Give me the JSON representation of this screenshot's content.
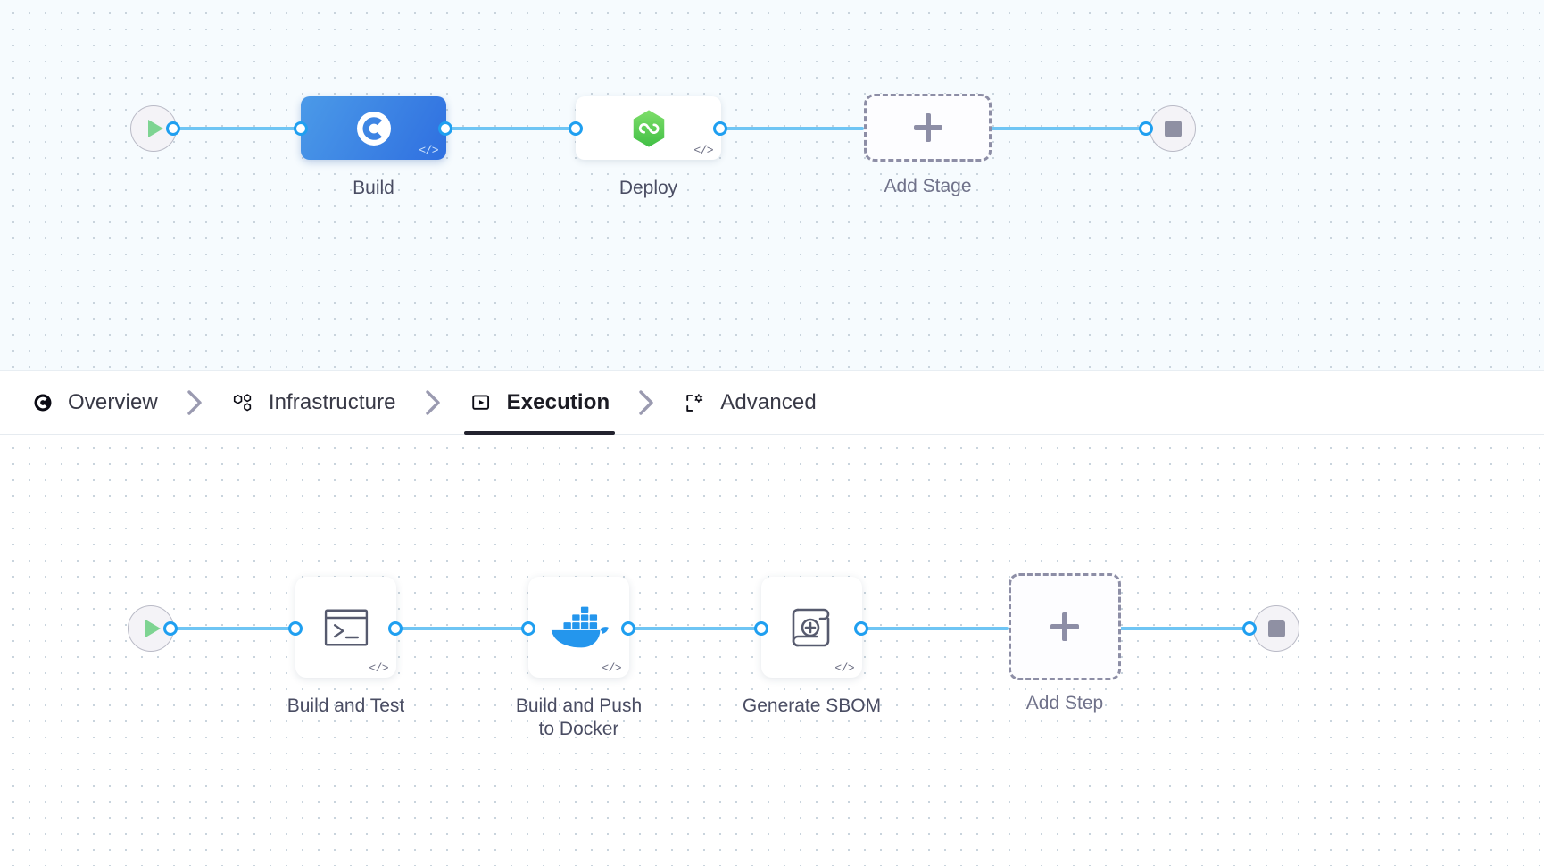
{
  "stages_canvas": {
    "name": "pipeline-stages-canvas",
    "start_node": {
      "icon": "play-icon"
    },
    "end_node": {
      "icon": "stop-icon"
    },
    "stages": [
      {
        "label": "Build",
        "icon": "harness-ci-icon",
        "code_badge": "</>",
        "selected": true
      },
      {
        "label": "Deploy",
        "icon": "harness-cd-icon",
        "code_badge": "</>",
        "selected": false
      }
    ],
    "add_stage": {
      "label": "Add Stage",
      "icon": "plus-icon"
    }
  },
  "tabbar": {
    "separator_icon": "chevron-right-icon",
    "tabs": [
      {
        "label": "Overview",
        "icon": "overview-icon",
        "active": false
      },
      {
        "label": "Infrastructure",
        "icon": "infrastructure-icon",
        "active": false
      },
      {
        "label": "Execution",
        "icon": "execution-icon",
        "active": true
      },
      {
        "label": "Advanced",
        "icon": "advanced-icon",
        "active": false
      }
    ]
  },
  "steps_canvas": {
    "name": "pipeline-steps-canvas",
    "start_node": {
      "icon": "play-icon"
    },
    "end_node": {
      "icon": "stop-icon"
    },
    "steps": [
      {
        "label": "Build and Test",
        "icon": "terminal-icon",
        "code_badge": "</>"
      },
      {
        "label": "Build and Push\nto Docker",
        "icon": "docker-icon",
        "code_badge": "</>"
      },
      {
        "label": "Generate SBOM",
        "icon": "sbom-scroll-icon",
        "code_badge": "</>"
      }
    ],
    "add_step": {
      "label": "Add Step",
      "icon": "plus-icon"
    }
  },
  "colors": {
    "edge": "#6fc5f4",
    "port_ring": "#1f9ff0",
    "stage_selected": "#3a80e4",
    "cd_green": "#5bcb5b",
    "docker_blue": "#2496ed",
    "play_green": "#7ed492",
    "dashed_gray": "#8d8ea6",
    "tab_active_underline": "#22222e"
  }
}
